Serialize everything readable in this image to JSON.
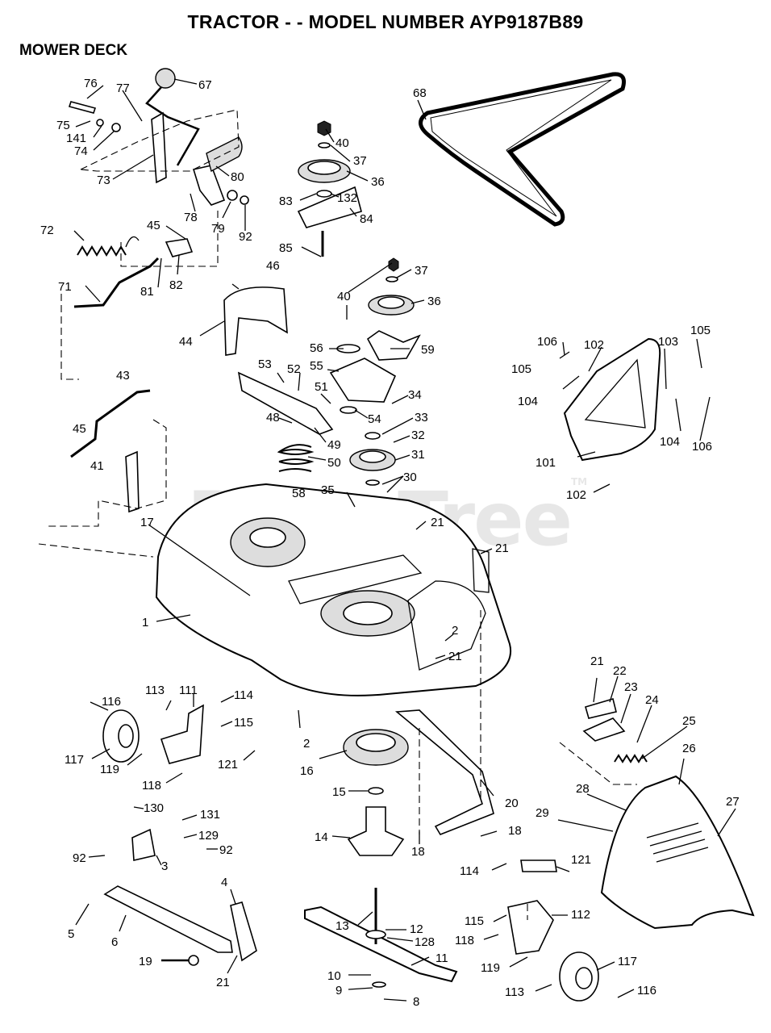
{
  "title": "TRACTOR - - MODEL NUMBER AYP9187B89",
  "section": "MOWER DECK",
  "watermark": "PartsTree",
  "watermark_tm": "TM",
  "callouts": {
    "c1": "1",
    "c2a": "2",
    "c2b": "2",
    "c3": "3",
    "c4": "4",
    "c5": "5",
    "c6": "6",
    "c8": "8",
    "c9": "9",
    "c10": "10",
    "c11": "11",
    "c12": "12",
    "c13": "13",
    "c14": "14",
    "c15": "15",
    "c16": "16",
    "c17": "17",
    "c18a": "18",
    "c18b": "18",
    "c19": "19",
    "c20": "20",
    "c21a": "21",
    "c21b": "21",
    "c21c": "21",
    "c21d": "21",
    "c21e": "21",
    "c22": "22",
    "c23": "23",
    "c24": "24",
    "c25": "25",
    "c26": "26",
    "c27": "27",
    "c28": "28",
    "c29": "29",
    "c30": "30",
    "c31": "31",
    "c32": "32",
    "c33": "33",
    "c34": "34",
    "c35": "35",
    "c36a": "36",
    "c36b": "36",
    "c37a": "37",
    "c37b": "37",
    "c40a": "40",
    "c40b": "40",
    "c41": "41",
    "c43": "43",
    "c44": "44",
    "c45a": "45",
    "c45b": "45",
    "c46": "46",
    "c48": "48",
    "c49": "49",
    "c50": "50",
    "c51": "51",
    "c52": "52",
    "c53": "53",
    "c54": "54",
    "c55": "55",
    "c56": "56",
    "c58": "58",
    "c59": "59",
    "c67": "67",
    "c68": "68",
    "c71": "71",
    "c72": "72",
    "c73": "73",
    "c74": "74",
    "c75": "75",
    "c76": "76",
    "c77": "77",
    "c78": "78",
    "c79": "79",
    "c80": "80",
    "c81": "81",
    "c82": "82",
    "c83": "83",
    "c84": "84",
    "c85": "85",
    "c92a": "92",
    "c92b": "92",
    "c92c": "92",
    "c101": "101",
    "c102a": "102",
    "c102b": "102",
    "c103": "103",
    "c104a": "104",
    "c104b": "104",
    "c105a": "105",
    "c105b": "105",
    "c106a": "106",
    "c106b": "106",
    "c111": "111",
    "c112": "112",
    "c113a": "113",
    "c113b": "113",
    "c114a": "114",
    "c114b": "114",
    "c115a": "115",
    "c115b": "115",
    "c116a": "116",
    "c116b": "116",
    "c117a": "117",
    "c117b": "117",
    "c118a": "118",
    "c118b": "118",
    "c119a": "119",
    "c119b": "119",
    "c121a": "121",
    "c121b": "121",
    "c128": "128",
    "c129": "129",
    "c130": "130",
    "c131": "131",
    "c132": "132",
    "c141": "141"
  }
}
